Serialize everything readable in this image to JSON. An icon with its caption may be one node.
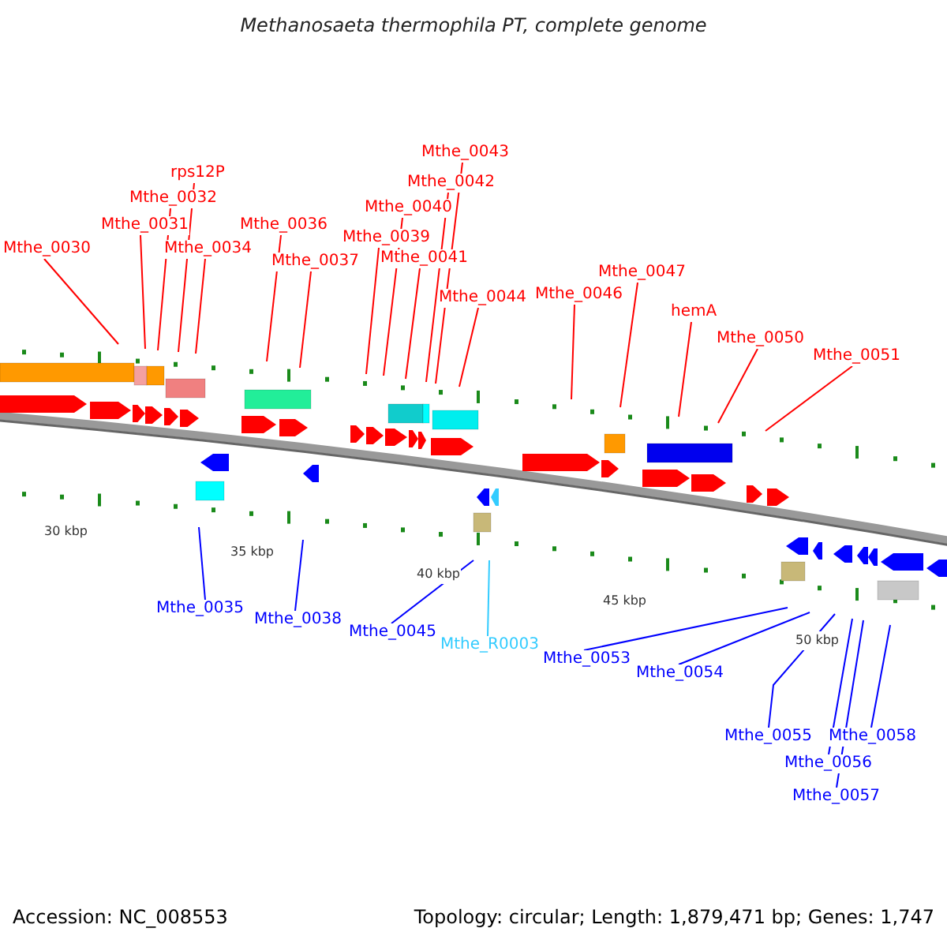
{
  "diagram": {
    "title": "Methanosaeta thermophila PT, complete genome",
    "nodes": [
      {
        "text": [
          "Mthe_0043"
        ]
      },
      {
        "text": [
          "rps12P"
        ]
      },
      {
        "text": [
          "Mthe_0042"
        ]
      },
      {
        "text": [
          "Mthe_0032"
        ]
      },
      {
        "text": [
          "Mthe_0040"
        ]
      },
      {
        "text": [
          "Mthe_0036"
        ]
      },
      {
        "text": [
          "Mthe_0031"
        ]
      },
      {
        "text": [
          "Mthe_0039"
        ]
      },
      {
        "text": [
          "Mthe_0030"
        ]
      },
      {
        "text": [
          "Mthe_0034"
        ]
      },
      {
        "text": [
          "Mthe_0041"
        ]
      },
      {
        "text": [
          "Mthe_0037"
        ]
      },
      {
        "text": [
          "Mthe_0047"
        ]
      },
      {
        "text": [
          "Mthe_0046"
        ]
      },
      {
        "text": [
          "Mthe_0044"
        ]
      },
      {
        "text": [
          "hemA"
        ]
      },
      {
        "text": [
          "Mthe_0050"
        ]
      },
      {
        "text": [
          "Mthe_0051"
        ]
      },
      {
        "text": [
          "Mthe_0035"
        ]
      },
      {
        "text": [
          "Mthe_0038"
        ]
      },
      {
        "text": [
          "Mthe_0045"
        ]
      },
      {
        "text": [
          "Mthe_R0003"
        ]
      },
      {
        "text": [
          "Mthe_0053"
        ]
      },
      {
        "text": [
          "Mthe_0054"
        ]
      },
      {
        "text": [
          "Mthe_0055"
        ]
      },
      {
        "text": [
          "Mthe_0058"
        ]
      },
      {
        "text": [
          "Mthe_0056"
        ]
      },
      {
        "text": [
          "Mthe_0057"
        ]
      }
    ],
    "edges": [
      {
        "from": 0,
        "to": null,
        "arrow": "none"
      },
      {
        "from": 1,
        "to": null,
        "arrow": "none"
      },
      {
        "from": 2,
        "to": null,
        "arrow": "none"
      },
      {
        "from": 3,
        "to": null,
        "arrow": "none"
      },
      {
        "from": 4,
        "to": null,
        "arrow": "none"
      },
      {
        "from": 5,
        "to": null,
        "arrow": "none"
      },
      {
        "from": 6,
        "to": null,
        "arrow": "none"
      },
      {
        "from": 7,
        "to": null,
        "arrow": "none"
      },
      {
        "from": 8,
        "to": null,
        "arrow": "none"
      },
      {
        "from": 9,
        "to": null,
        "arrow": "none"
      },
      {
        "from": 10,
        "to": null,
        "arrow": "none"
      },
      {
        "from": 11,
        "to": null,
        "arrow": "none"
      },
      {
        "from": 12,
        "to": null,
        "arrow": "none"
      },
      {
        "from": 13,
        "to": null,
        "arrow": "none"
      },
      {
        "from": 14,
        "to": null,
        "arrow": "none"
      },
      {
        "from": 15,
        "to": null,
        "arrow": "none"
      },
      {
        "from": 16,
        "to": null,
        "arrow": "none"
      },
      {
        "from": 17,
        "to": null,
        "arrow": "none"
      },
      {
        "from": 18,
        "to": null,
        "arrow": "none",
        "color": "#0000ff"
      },
      {
        "from": 19,
        "to": null,
        "arrow": "none",
        "color": "#0000ff"
      },
      {
        "from": 20,
        "to": null,
        "arrow": "none",
        "color": "#0000ff"
      },
      {
        "from": 21,
        "to": null,
        "arrow": "none",
        "color": "#33ccff"
      },
      {
        "from": 22,
        "to": null,
        "arrow": "none",
        "color": "#0000ff"
      },
      {
        "from": 23,
        "to": null,
        "arrow": "none",
        "color": "#0000ff"
      },
      {
        "from": 24,
        "to": null,
        "arrow": "none",
        "color": "#0000ff"
      },
      {
        "from": 25,
        "to": null,
        "arrow": "none",
        "color": "#0000ff"
      },
      {
        "from": 26,
        "to": null,
        "arrow": "none",
        "color": "#0000ff"
      },
      {
        "from": 27,
        "to": null,
        "arrow": "none",
        "color": "#0000ff"
      }
    ],
    "labels": [
      "30 kbp",
      "35 kbp",
      "40 kbp",
      "45 kbp",
      "50 kbp",
      "Accession: NC_008553",
      "Topology: circular; Length: 1,879,471 bp; Genes: 1,747"
    ]
  }
}
